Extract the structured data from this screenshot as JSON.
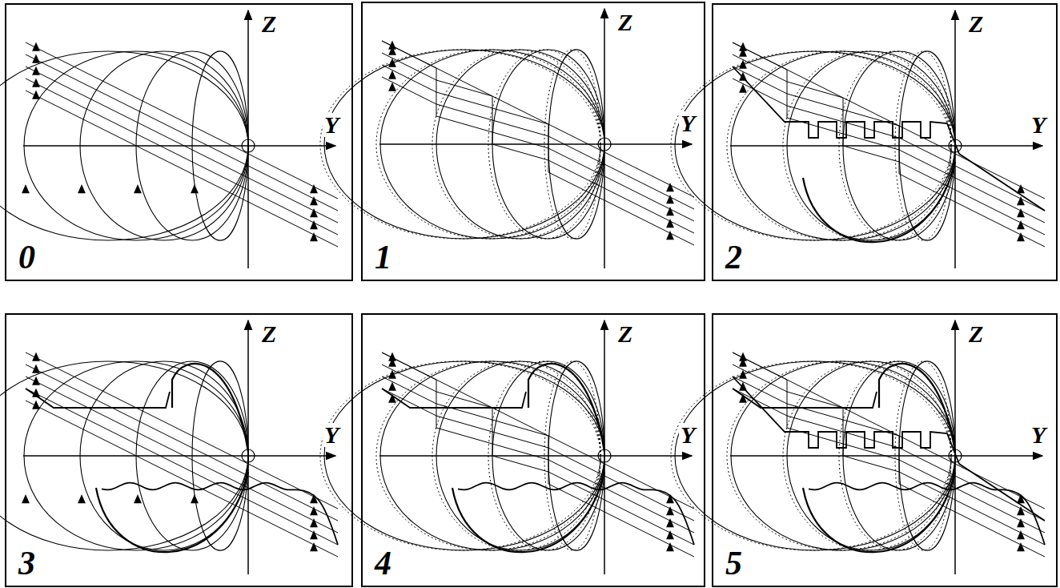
{
  "diagram": {
    "labels": [
      "Z",
      "Y",
      "0",
      "Z",
      "Y",
      "1",
      "Z",
      "Y",
      "2",
      "Z",
      "Y",
      "3",
      "Z",
      "Y",
      "4",
      "Z",
      "Y",
      "5"
    ]
  }
}
